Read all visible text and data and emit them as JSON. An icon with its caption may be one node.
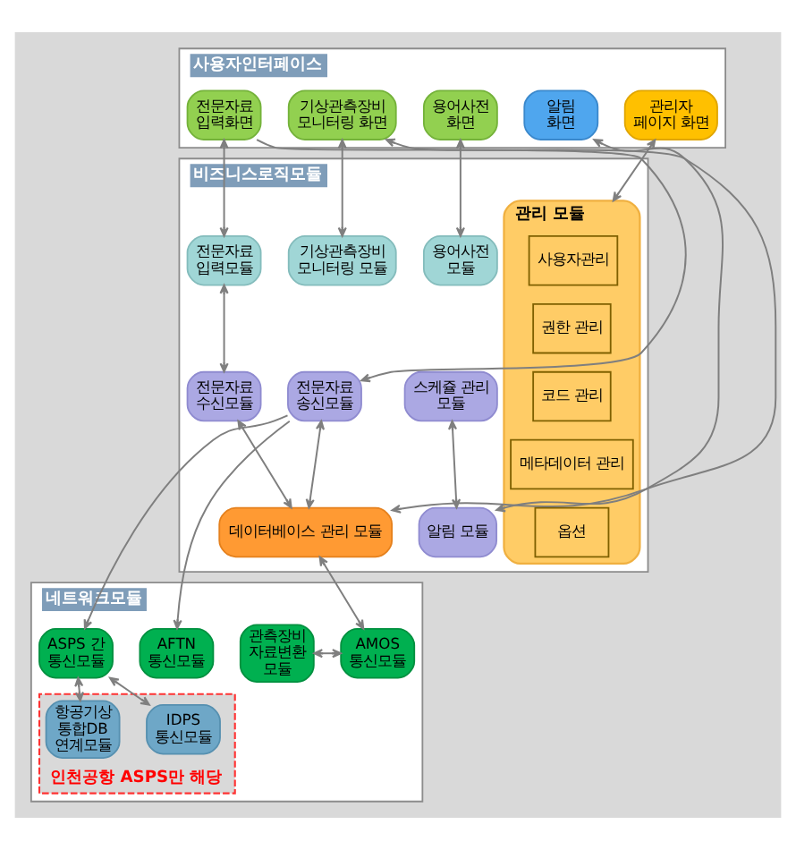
{
  "diagram": {
    "nodes": [
      {
        "text": [
          "사용자인터페이스"
        ]
      },
      {
        "text": [
          "전문자료 입력화면"
        ],
        "in": 0
      },
      {
        "text": [
          "기상관측장비 모니터링 화면"
        ],
        "in": 0
      },
      {
        "text": [
          "용어사전 화면"
        ],
        "in": 0
      },
      {
        "text": [
          "알림 화면"
        ],
        "in": 0
      },
      {
        "text": [
          "관리자 페이지 화면"
        ],
        "in": 0
      },
      {
        "text": [
          "비즈니스로직모듈"
        ]
      },
      {
        "text": [
          "전문자료 입력모듈"
        ],
        "in": 6
      },
      {
        "text": [
          "기상관측장비 모니터링 모듈"
        ],
        "in": 6
      },
      {
        "text": [
          "용어사전 모듈"
        ],
        "in": 6
      },
      {
        "text": [
          "관리 모듈"
        ],
        "in": 6
      },
      {
        "text": [
          "사용자관리"
        ],
        "in": 10
      },
      {
        "text": [
          "권한 관리"
        ],
        "in": 10
      },
      {
        "text": [
          "코드 관리"
        ],
        "in": 10
      },
      {
        "text": [
          "메타데이터 관리"
        ],
        "in": 10
      },
      {
        "text": [
          "옵션"
        ],
        "in": 10
      },
      {
        "text": [
          "전문자료 수신모듈"
        ],
        "in": 6
      },
      {
        "text": [
          "전문자료 송신모듈"
        ],
        "in": 6
      },
      {
        "text": [
          "스케쥴 관리 모듈"
        ],
        "in": 6
      },
      {
        "text": [
          "데이터베이스 관리 모듈"
        ],
        "in": 6
      },
      {
        "text": [
          "알림 모듈"
        ],
        "in": 6
      },
      {
        "text": [
          "네트워크모듈"
        ]
      },
      {
        "text": [
          "관측장비 자료변환 모듈"
        ],
        "in": 21
      },
      {
        "text": [
          "AMOS 통신모듈"
        ],
        "in": 21
      },
      {
        "text": [
          "AFTN 통신모듈"
        ],
        "in": 21
      },
      {
        "text": [
          "ASPS 간 통신모듈"
        ],
        "in": 21
      },
      {
        "text": [
          "인천공항 ASPS만 해당"
        ],
        "in": 21
      },
      {
        "text": [
          "항공기상 통합DB 연계모듈"
        ],
        "in": 26
      },
      {
        "text": [
          "IDPS 통신모듈"
        ],
        "in": 26
      }
    ],
    "edges": [
      {
        "from": 1,
        "to": 7,
        "arrow": "both"
      },
      {
        "from": 1,
        "to": 17,
        "arrow": "to"
      },
      {
        "from": 2,
        "to": 8,
        "arrow": "both"
      },
      {
        "from": 2,
        "to": 19,
        "arrow": "both"
      },
      {
        "from": 3,
        "to": 9,
        "arrow": "both"
      },
      {
        "from": 4,
        "to": 20,
        "arrow": "both"
      },
      {
        "from": 5,
        "to": 10,
        "arrow": "both"
      },
      {
        "from": 7,
        "to": 16,
        "arrow": "both"
      },
      {
        "from": 16,
        "to": 19,
        "arrow": "both"
      },
      {
        "from": 17,
        "to": 19,
        "arrow": "both"
      },
      {
        "from": 18,
        "to": 20,
        "arrow": "both"
      },
      {
        "from": 19,
        "to": 23,
        "arrow": "both"
      },
      {
        "from": 17,
        "to": 24,
        "arrow": "to"
      },
      {
        "from": 17,
        "to": 25,
        "arrow": "to"
      },
      {
        "from": 22,
        "to": 23,
        "arrow": "both"
      },
      {
        "from": 25,
        "to": 27,
        "arrow": "both"
      },
      {
        "from": 25,
        "to": 28,
        "arrow": "both"
      }
    ]
  }
}
